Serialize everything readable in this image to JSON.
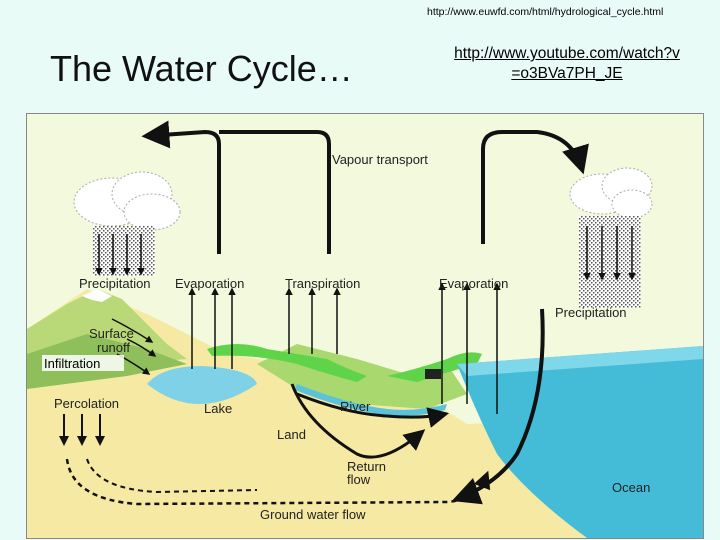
{
  "header": {
    "source_url": "http://www.euwfd.com/html/hydrological_cycle.html",
    "title": "The Water Cycle…",
    "video_link_line1": "http://www.youtube.com/watch?v",
    "video_link_line2": "=o3BVa7PH_JE"
  },
  "diagram": {
    "labels": {
      "vapour_transport": "Vapour transport",
      "precipitation_left": "Precipitation",
      "evaporation_left": "Evaporation",
      "transpiration": "Transpiration",
      "evaporation_right": "Evaporation",
      "precipitation_right": "Precipitation",
      "surface_runoff_1": "Surface",
      "surface_runoff_2": "runoff",
      "infiltration": "Infiltration",
      "percolation": "Percolation",
      "lake": "Lake",
      "river": "River",
      "land": "Land",
      "return_flow_1": "Return",
      "return_flow_2": "flow",
      "ocean": "Ocean",
      "ground_water_flow": "Ground water flow"
    },
    "colors": {
      "sky": "#f3f9dc",
      "soil": "#f6e9a3",
      "ocean": "#44bcd8",
      "lake": "#7fd1e8",
      "vegetation": "#5fd34a",
      "mountain": "#b9d978",
      "arrow": "#111111"
    }
  }
}
